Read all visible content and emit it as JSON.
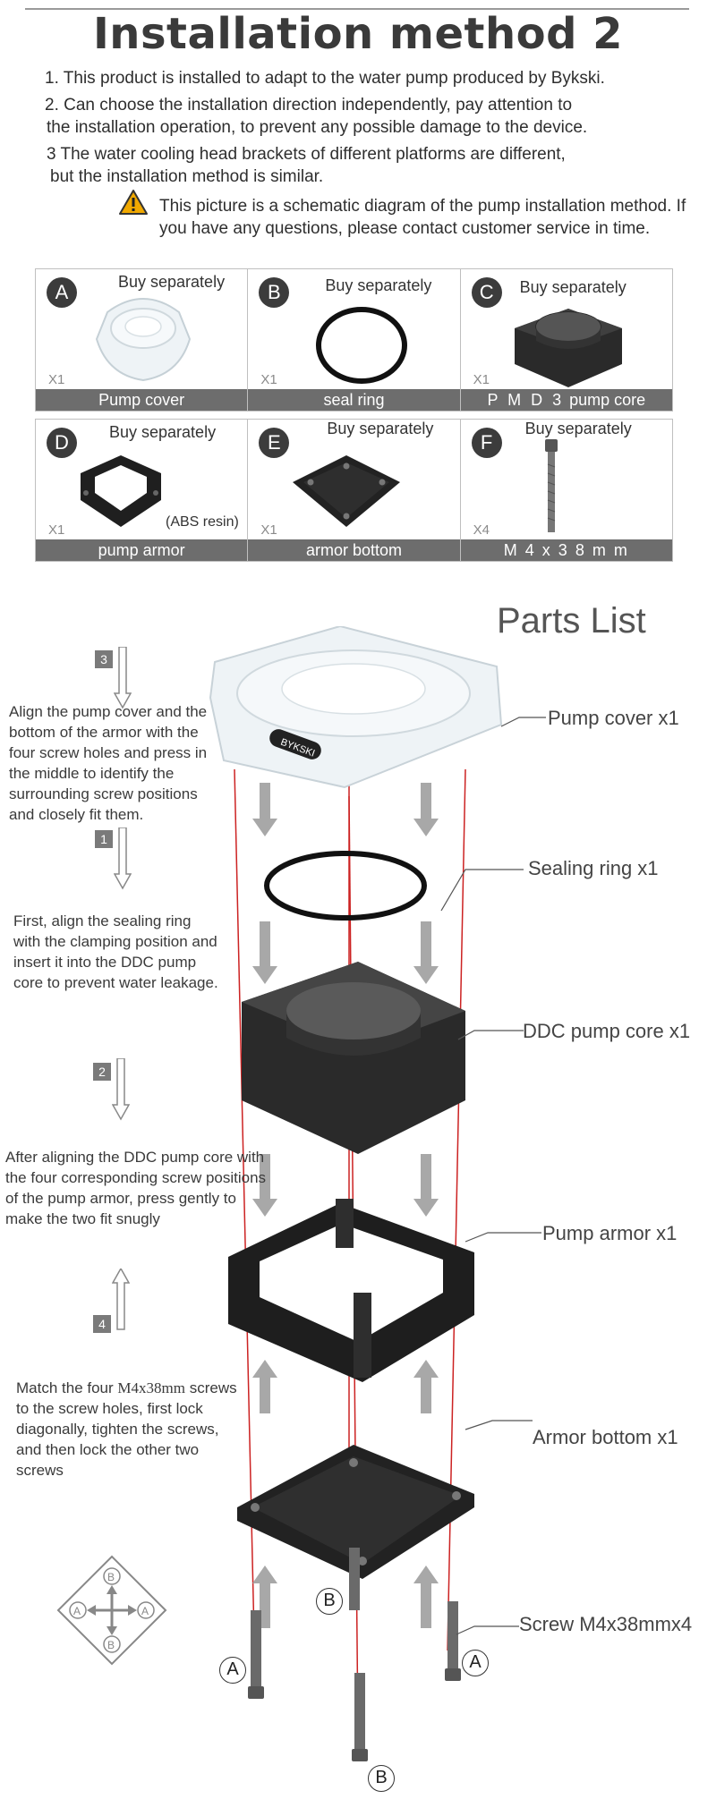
{
  "header": {
    "title": "Installation method 2"
  },
  "intro": {
    "line1": "1. This product is installed to adapt to the water pump produced by Bykski.",
    "line2a": "2. Can choose the installation direction independently, pay attention to",
    "line2b": "the installation operation, to prevent any possible damage to the device.",
    "line3a": "3 The water cooling head brackets of different platforms are different,",
    "line3b": "but the installation method is similar.",
    "notice": "This picture is a schematic diagram of the pump installation method. If you have any questions, please contact customer service in time."
  },
  "parts": [
    {
      "letter": "A",
      "buy": "Buy separately",
      "qty": "X1",
      "label": "Pump cover"
    },
    {
      "letter": "B",
      "buy": "Buy separately",
      "qty": "X1",
      "label": "seal ring"
    },
    {
      "letter": "C",
      "buy": "Buy separately",
      "qty": "X1",
      "label_prefix": "P M D 3",
      "label": "pump core"
    },
    {
      "letter": "D",
      "buy": "Buy separately",
      "qty": "X1",
      "note": "(ABS resin)",
      "label": "pump armor"
    },
    {
      "letter": "E",
      "buy": "Buy separately",
      "qty": "X1",
      "label": "armor bottom"
    },
    {
      "letter": "F",
      "buy": "Buy separately",
      "qty": "X4",
      "label": "M 4 x 3 8 m m"
    }
  ],
  "diagram": {
    "title": "Parts List",
    "steps": [
      {
        "num": "3",
        "text": "Align the pump cover and the bottom of the armor with the four screw holes and press in the middle to identify the surrounding screw positions and closely fit them."
      },
      {
        "num": "1",
        "text": "First, align the sealing ring with the clamping position and insert it into the DDC pump core to prevent water leakage."
      },
      {
        "num": "2",
        "text": "After aligning the DDC pump core with the four corresponding screw positions of the pump armor, press gently to make the two fit snugly"
      },
      {
        "num": "4",
        "text_a": "Match the four",
        "text_b": "M4x38mm",
        "text_c": "screws to the screw holes, first lock diagonally, tighten the screws, and then lock the other two screws"
      }
    ],
    "callouts": {
      "pump_cover": "Pump cover x1",
      "sealing_ring": "Sealing ring x1",
      "ddc_core": "DDC pump core x1",
      "pump_armor": "Pump armor x1",
      "armor_bottom": "Armor bottom x1",
      "screw": "Screw M4x38mmx4"
    },
    "brand": "BYKSKI",
    "screw_marks": {
      "a": "A",
      "b": "B"
    }
  },
  "colors": {
    "title": "#3a3a3a",
    "label_bar": "#6d6d6d",
    "guide_line": "#cc2222",
    "arrow_gray": "#a8a8a8"
  }
}
